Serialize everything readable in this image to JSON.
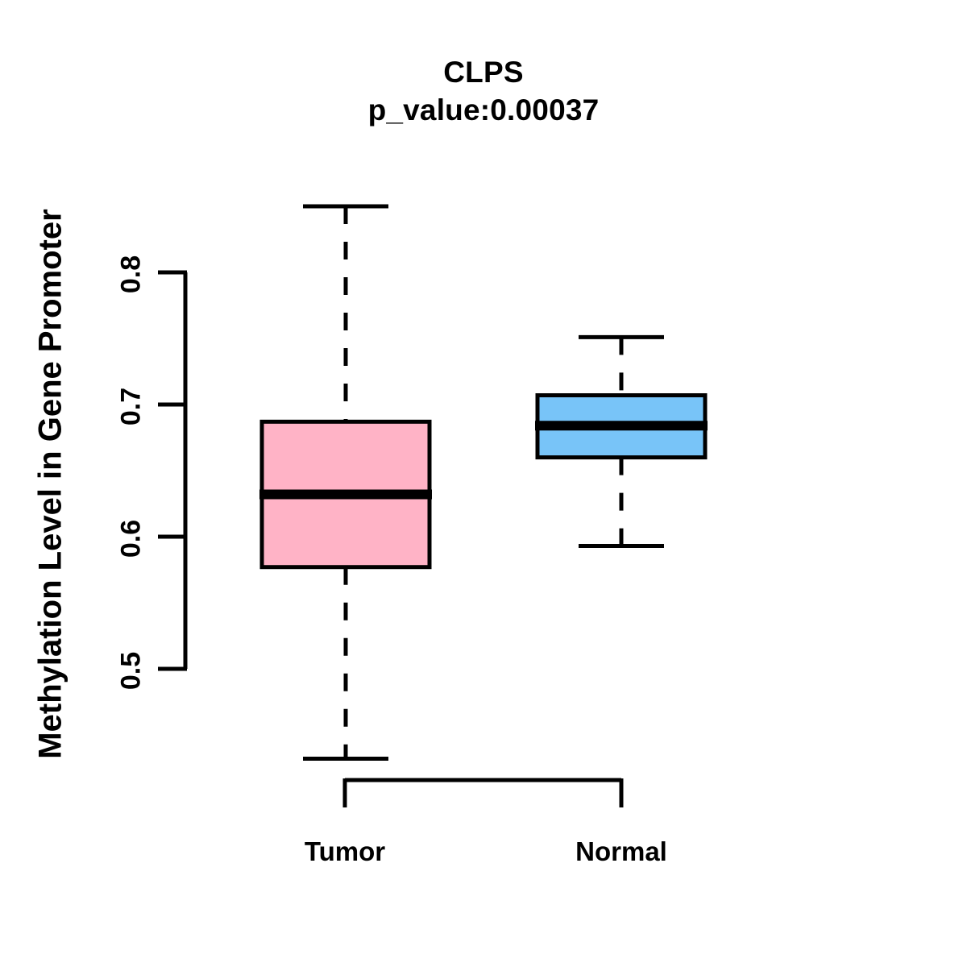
{
  "chart_data": {
    "type": "box",
    "title": "CLPS",
    "subtitle": "p_value:0.00037",
    "xlabel": "",
    "ylabel": "Methylation Level in Gene Promoter",
    "ylim": [
      0.42,
      0.86
    ],
    "grid": false,
    "legend": "none",
    "categories": [
      "Tumor",
      "Normal"
    ],
    "ytick_labels": [
      "0.5",
      "0.6",
      "0.7",
      "0.8"
    ],
    "ytick_values": [
      0.5,
      0.6,
      0.7,
      0.8
    ],
    "boxes": [
      {
        "name": "Tumor",
        "fill": "#FFB3C6",
        "whisker_low": 0.432,
        "q1": 0.577,
        "median": 0.632,
        "q3": 0.687,
        "whisker_high": 0.85
      },
      {
        "name": "Normal",
        "fill": "#78C4F8",
        "whisker_low": 0.593,
        "q1": 0.66,
        "median": 0.684,
        "q3": 0.707,
        "whisker_high": 0.751
      }
    ]
  },
  "axis": {
    "y_tick_0": "0.5",
    "y_tick_1": "0.6",
    "y_tick_2": "0.7",
    "y_tick_3": "0.8",
    "x_tick_0": "Tumor",
    "x_tick_1": "Normal"
  },
  "colors": {
    "tumor_fill": "#FFB3C6",
    "normal_fill": "#78C4F8",
    "stroke": "#000000",
    "background": "#FFFFFF"
  }
}
